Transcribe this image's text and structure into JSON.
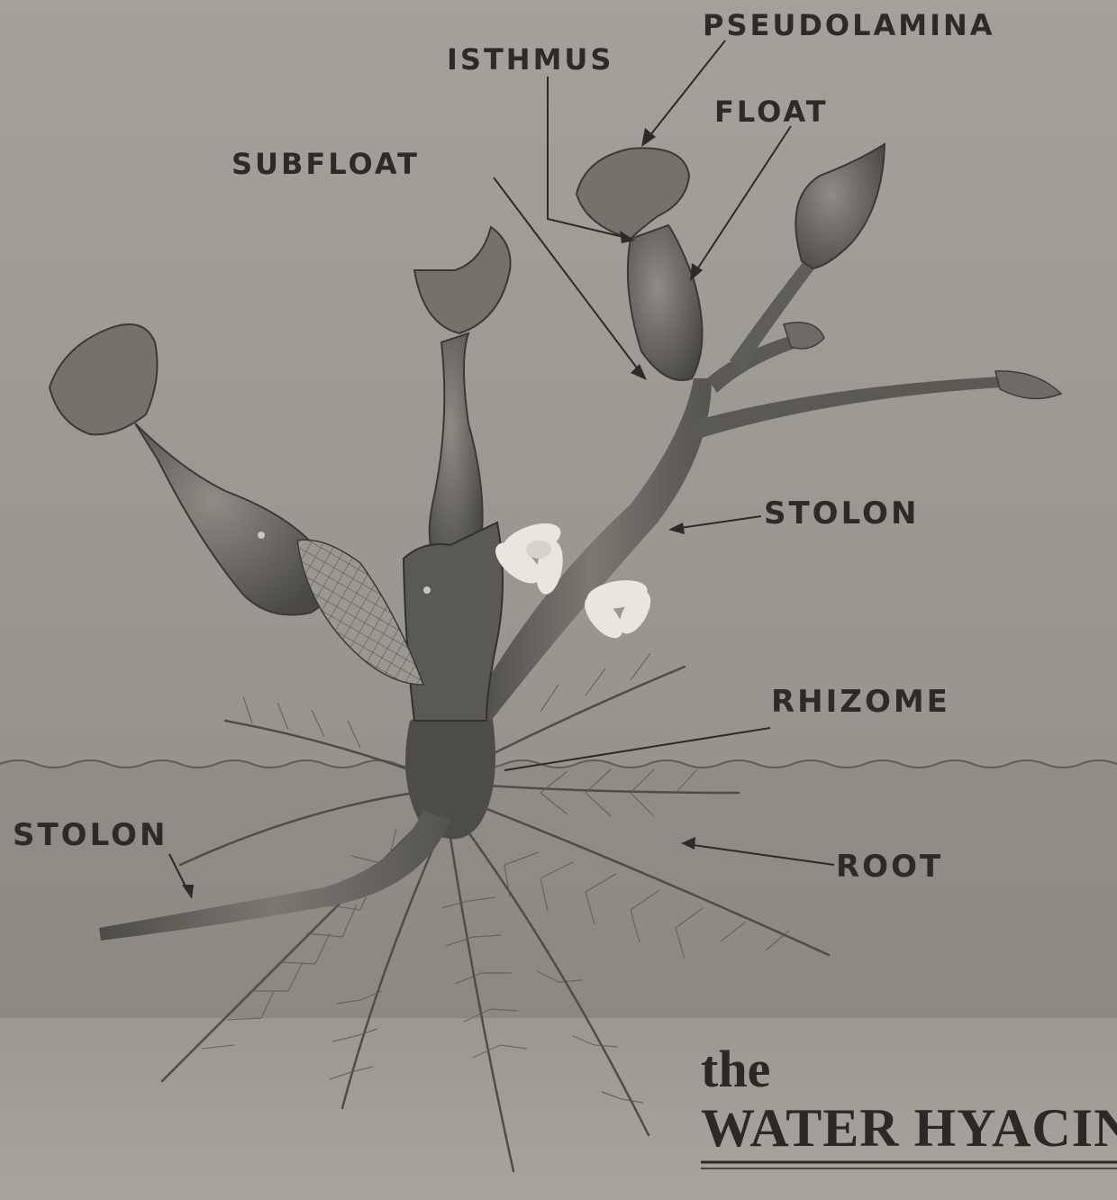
{
  "labels": {
    "pseudolamina": "PSEUDOLAMINA",
    "isthmus": "ISTHMUS",
    "float": "FLOAT",
    "subfloat": "SUBFLOAT",
    "stolon_upper": "STOLON",
    "rhizome": "RHIZOME",
    "stolon_lower": "STOLON",
    "root": "ROOT"
  },
  "title": {
    "line1": "the",
    "line2": "WATER HYACINT"
  },
  "colors": {
    "background": "#9a9890",
    "text": "#2c2b29",
    "plant": "#6f6c66",
    "flower": "#e8e6df"
  }
}
